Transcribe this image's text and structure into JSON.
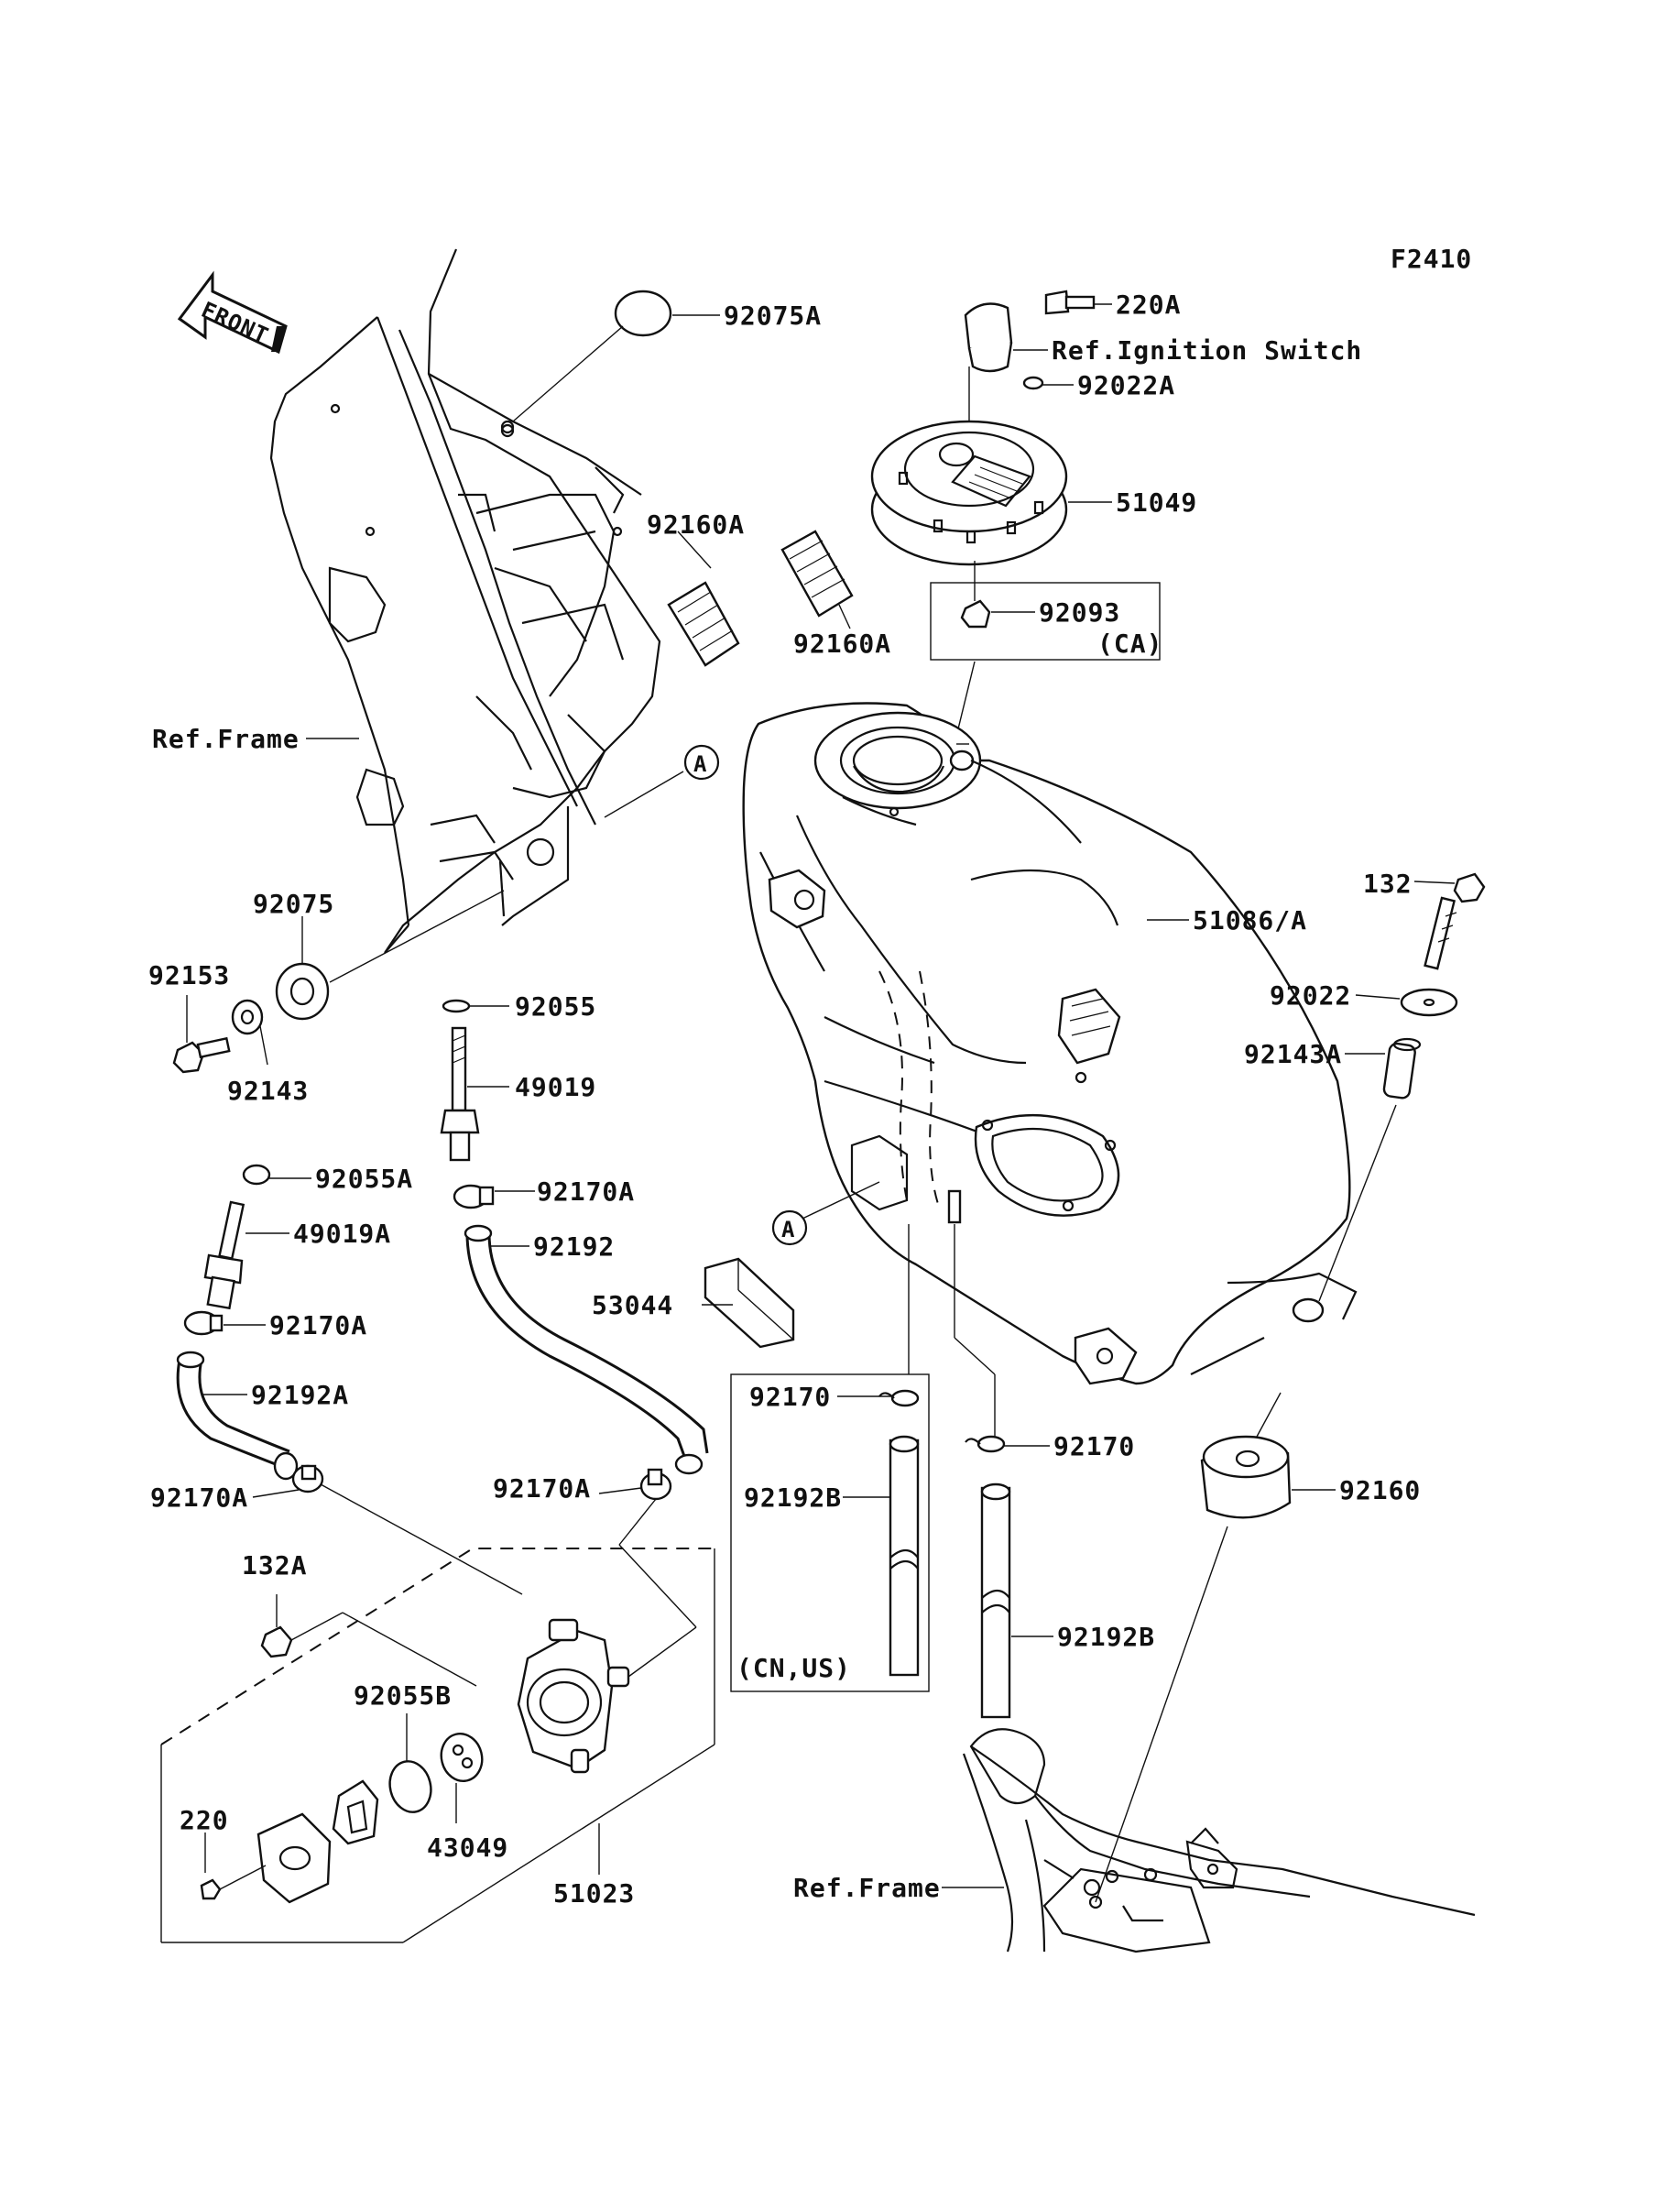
{
  "figure_code": "F2410",
  "front_label": "FRONT",
  "callout_letter": "A",
  "labels": {
    "p220A": "220A",
    "ignition": "Ref.Ignition Switch",
    "p92022A": "92022A",
    "p51049": "51049",
    "p92093": "92093",
    "ca": "(CA)",
    "p92075A": "92075A",
    "p92160A_1": "92160A",
    "p92160A_2": "92160A",
    "ref_frame_1": "Ref.Frame",
    "p92075": "92075",
    "p92153": "92153",
    "p92143": "92143",
    "p92055": "92055",
    "p49019": "49019",
    "p92170A_1": "92170A",
    "p92192": "92192",
    "p92055A": "92055A",
    "p49019A": "49019A",
    "p92170A_2": "92170A",
    "p92192A": "92192A",
    "p92170A_3": "92170A",
    "p92170A_4": "92170A",
    "p53044": "53044",
    "p132": "132",
    "p51086": "51086/A",
    "p92022": "92022",
    "p92143A": "92143A",
    "p92170_1": "92170",
    "p92192B_1": "92192B",
    "cnus": "(CN,US)",
    "p92170_2": "92170",
    "p92192B_2": "92192B",
    "p92160": "92160",
    "p132A": "132A",
    "p92055B": "92055B",
    "p220": "220",
    "p43049": "43049",
    "p51023": "51023",
    "ref_frame_2": "Ref.Frame"
  }
}
